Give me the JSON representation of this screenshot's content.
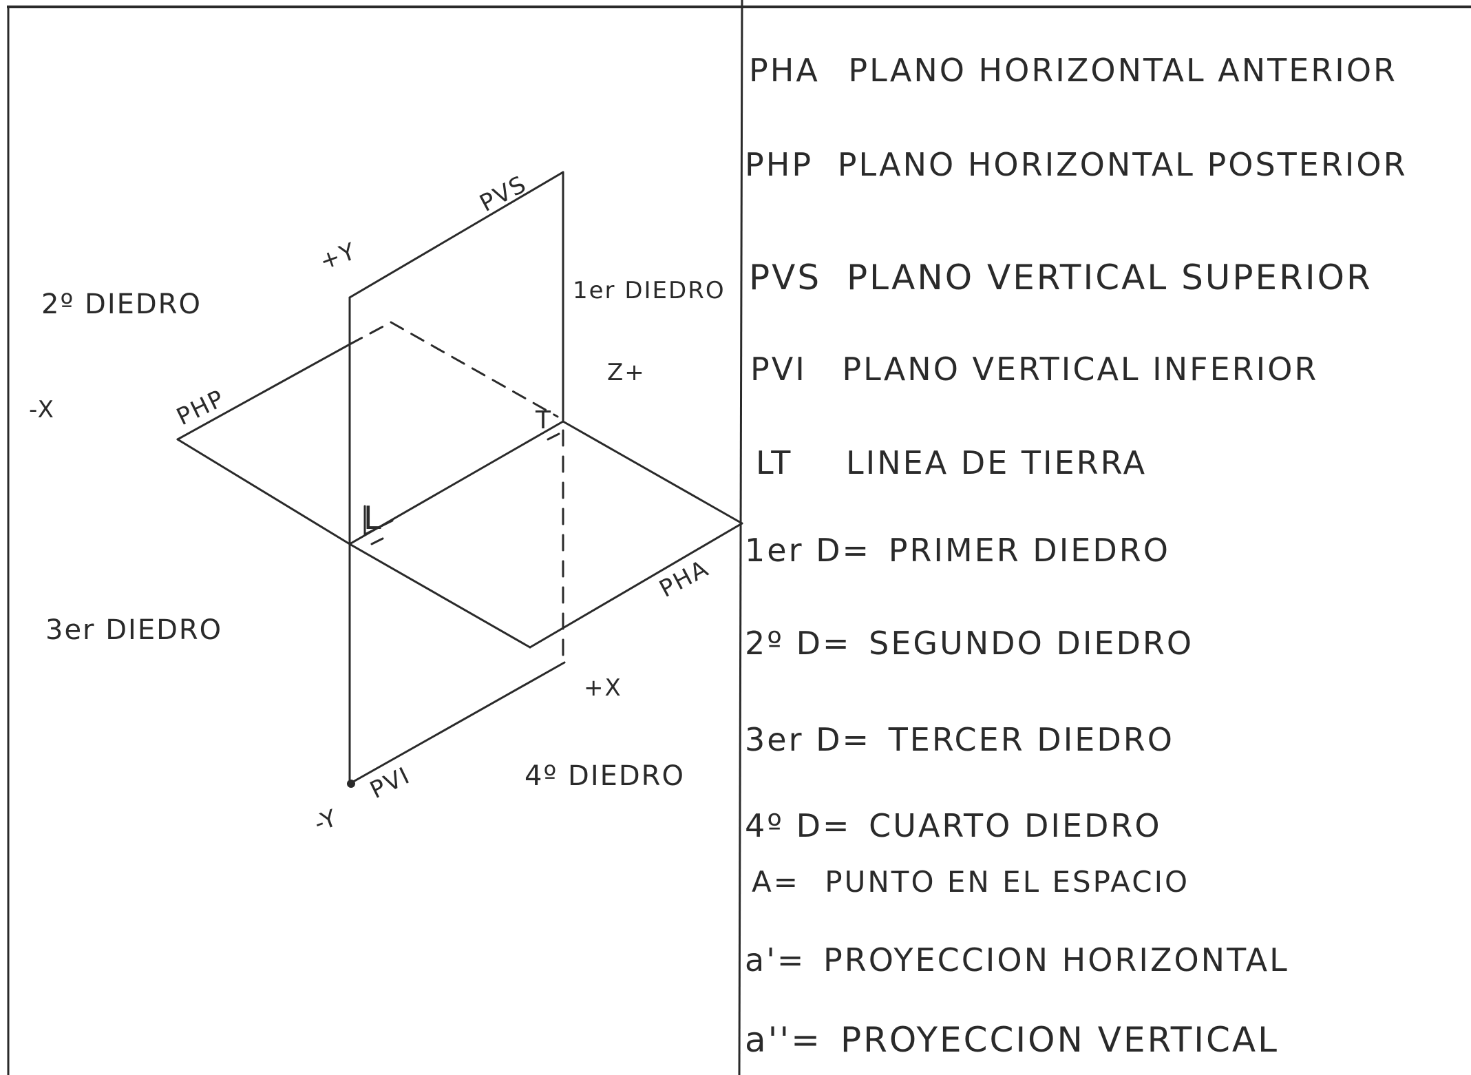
{
  "colors": {
    "ink": "#2a2a2a",
    "paper": "#ffffff"
  },
  "diagram": {
    "quadrants": {
      "first": "1er DIEDRO",
      "second": "2º DIEDRO",
      "third": "3er DIEDRO",
      "fourth": "4º DIEDRO"
    },
    "axes": {
      "neg_x": "-X",
      "pos_x": "+X",
      "pos_y": "+Y",
      "neg_y": "-Y",
      "pos_z": "Z+"
    },
    "planes": {
      "pvs": "PVS",
      "php": "PHP",
      "pha": "PHA",
      "pvi": "PVI"
    },
    "points": {
      "t": "T",
      "l": "L"
    }
  },
  "legend": [
    {
      "term": "PHA",
      "definition": "PLANO HORIZONTAL ANTERIOR"
    },
    {
      "term": "PHP",
      "definition": "PLANO HORIZONTAL POSTERIOR"
    },
    {
      "term": "PVS",
      "definition": "PLANO VERTICAL SUPERIOR"
    },
    {
      "term": "PVI",
      "definition": "PLANO VERTICAL INFERIOR"
    },
    {
      "term": "LT",
      "definition": "LINEA DE TIERRA"
    },
    {
      "term": "1er D=",
      "definition": "PRIMER DIEDRO"
    },
    {
      "term": "2º D=",
      "definition": "SEGUNDO DIEDRO"
    },
    {
      "term": "3er D=",
      "definition": "TERCER DIEDRO"
    },
    {
      "term": "4º D=",
      "definition": "CUARTO DIEDRO"
    },
    {
      "term": "A=",
      "definition": "PUNTO EN EL ESPACIO"
    },
    {
      "term": "a'=",
      "definition": "PROYECCION HORIZONTAL"
    },
    {
      "term": "a''=",
      "definition": "PROYECCION VERTICAL"
    }
  ]
}
